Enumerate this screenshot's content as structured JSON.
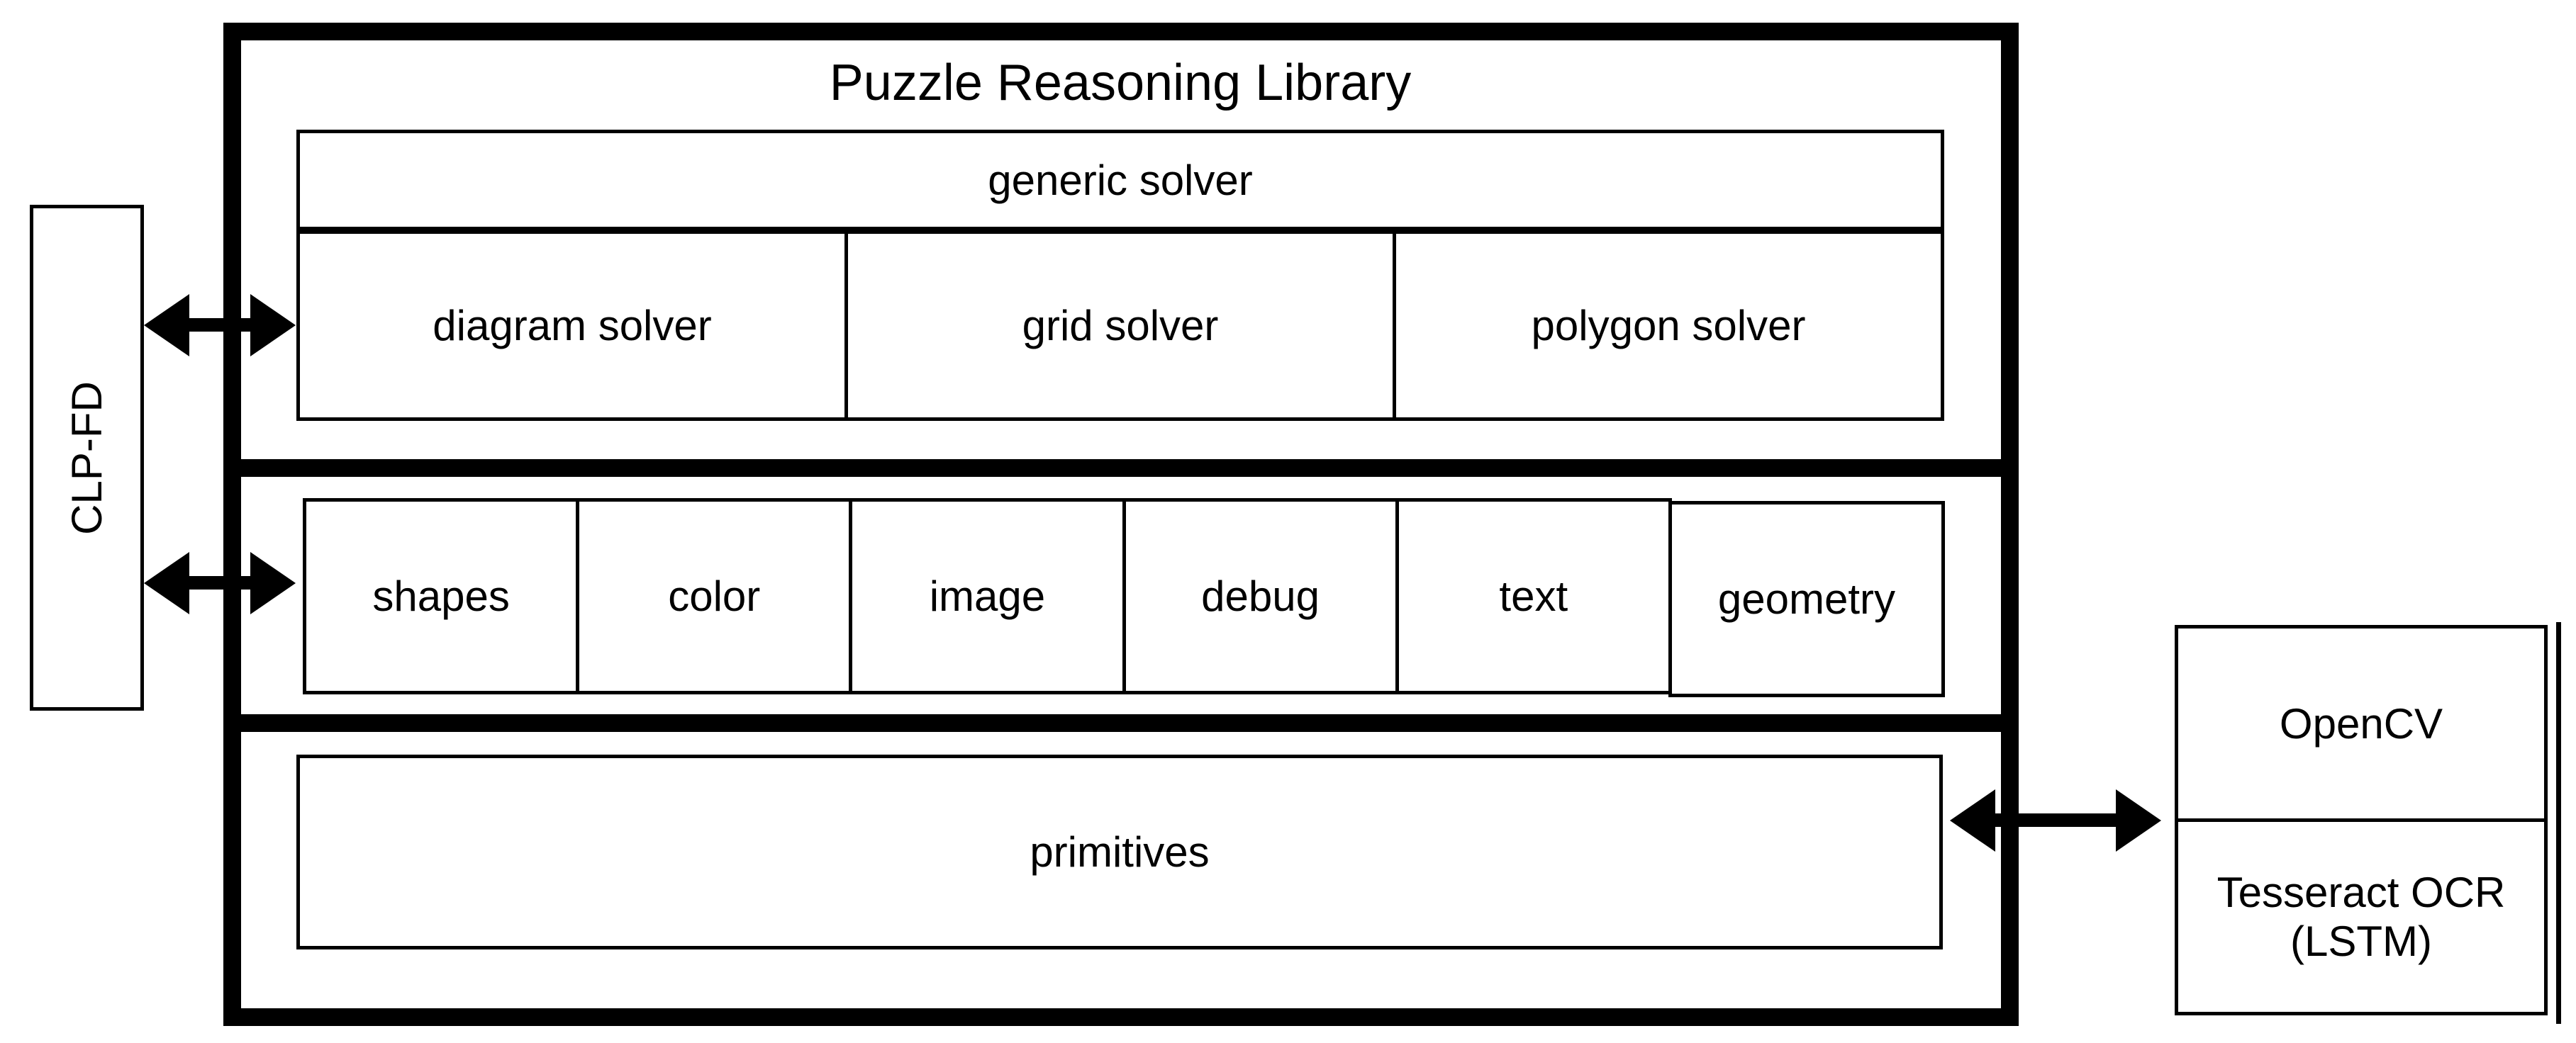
{
  "title": "Puzzle Reasoning Library",
  "solver_layer": {
    "generic_label": "generic solver",
    "solvers": [
      "diagram solver",
      "grid solver",
      "polygon solver"
    ]
  },
  "module_layer": {
    "modules": [
      "shapes",
      "color",
      "image",
      "debug",
      "text",
      "geometry"
    ]
  },
  "primitives_layer": {
    "label": "primitives"
  },
  "external": {
    "clpfd_label": "CLP-FD",
    "opencv_label": "OpenCV",
    "tesseract_label": "Tesseract OCR\n(LSTM)"
  },
  "colors": {
    "stroke": "#000000",
    "background": "#ffffff"
  }
}
